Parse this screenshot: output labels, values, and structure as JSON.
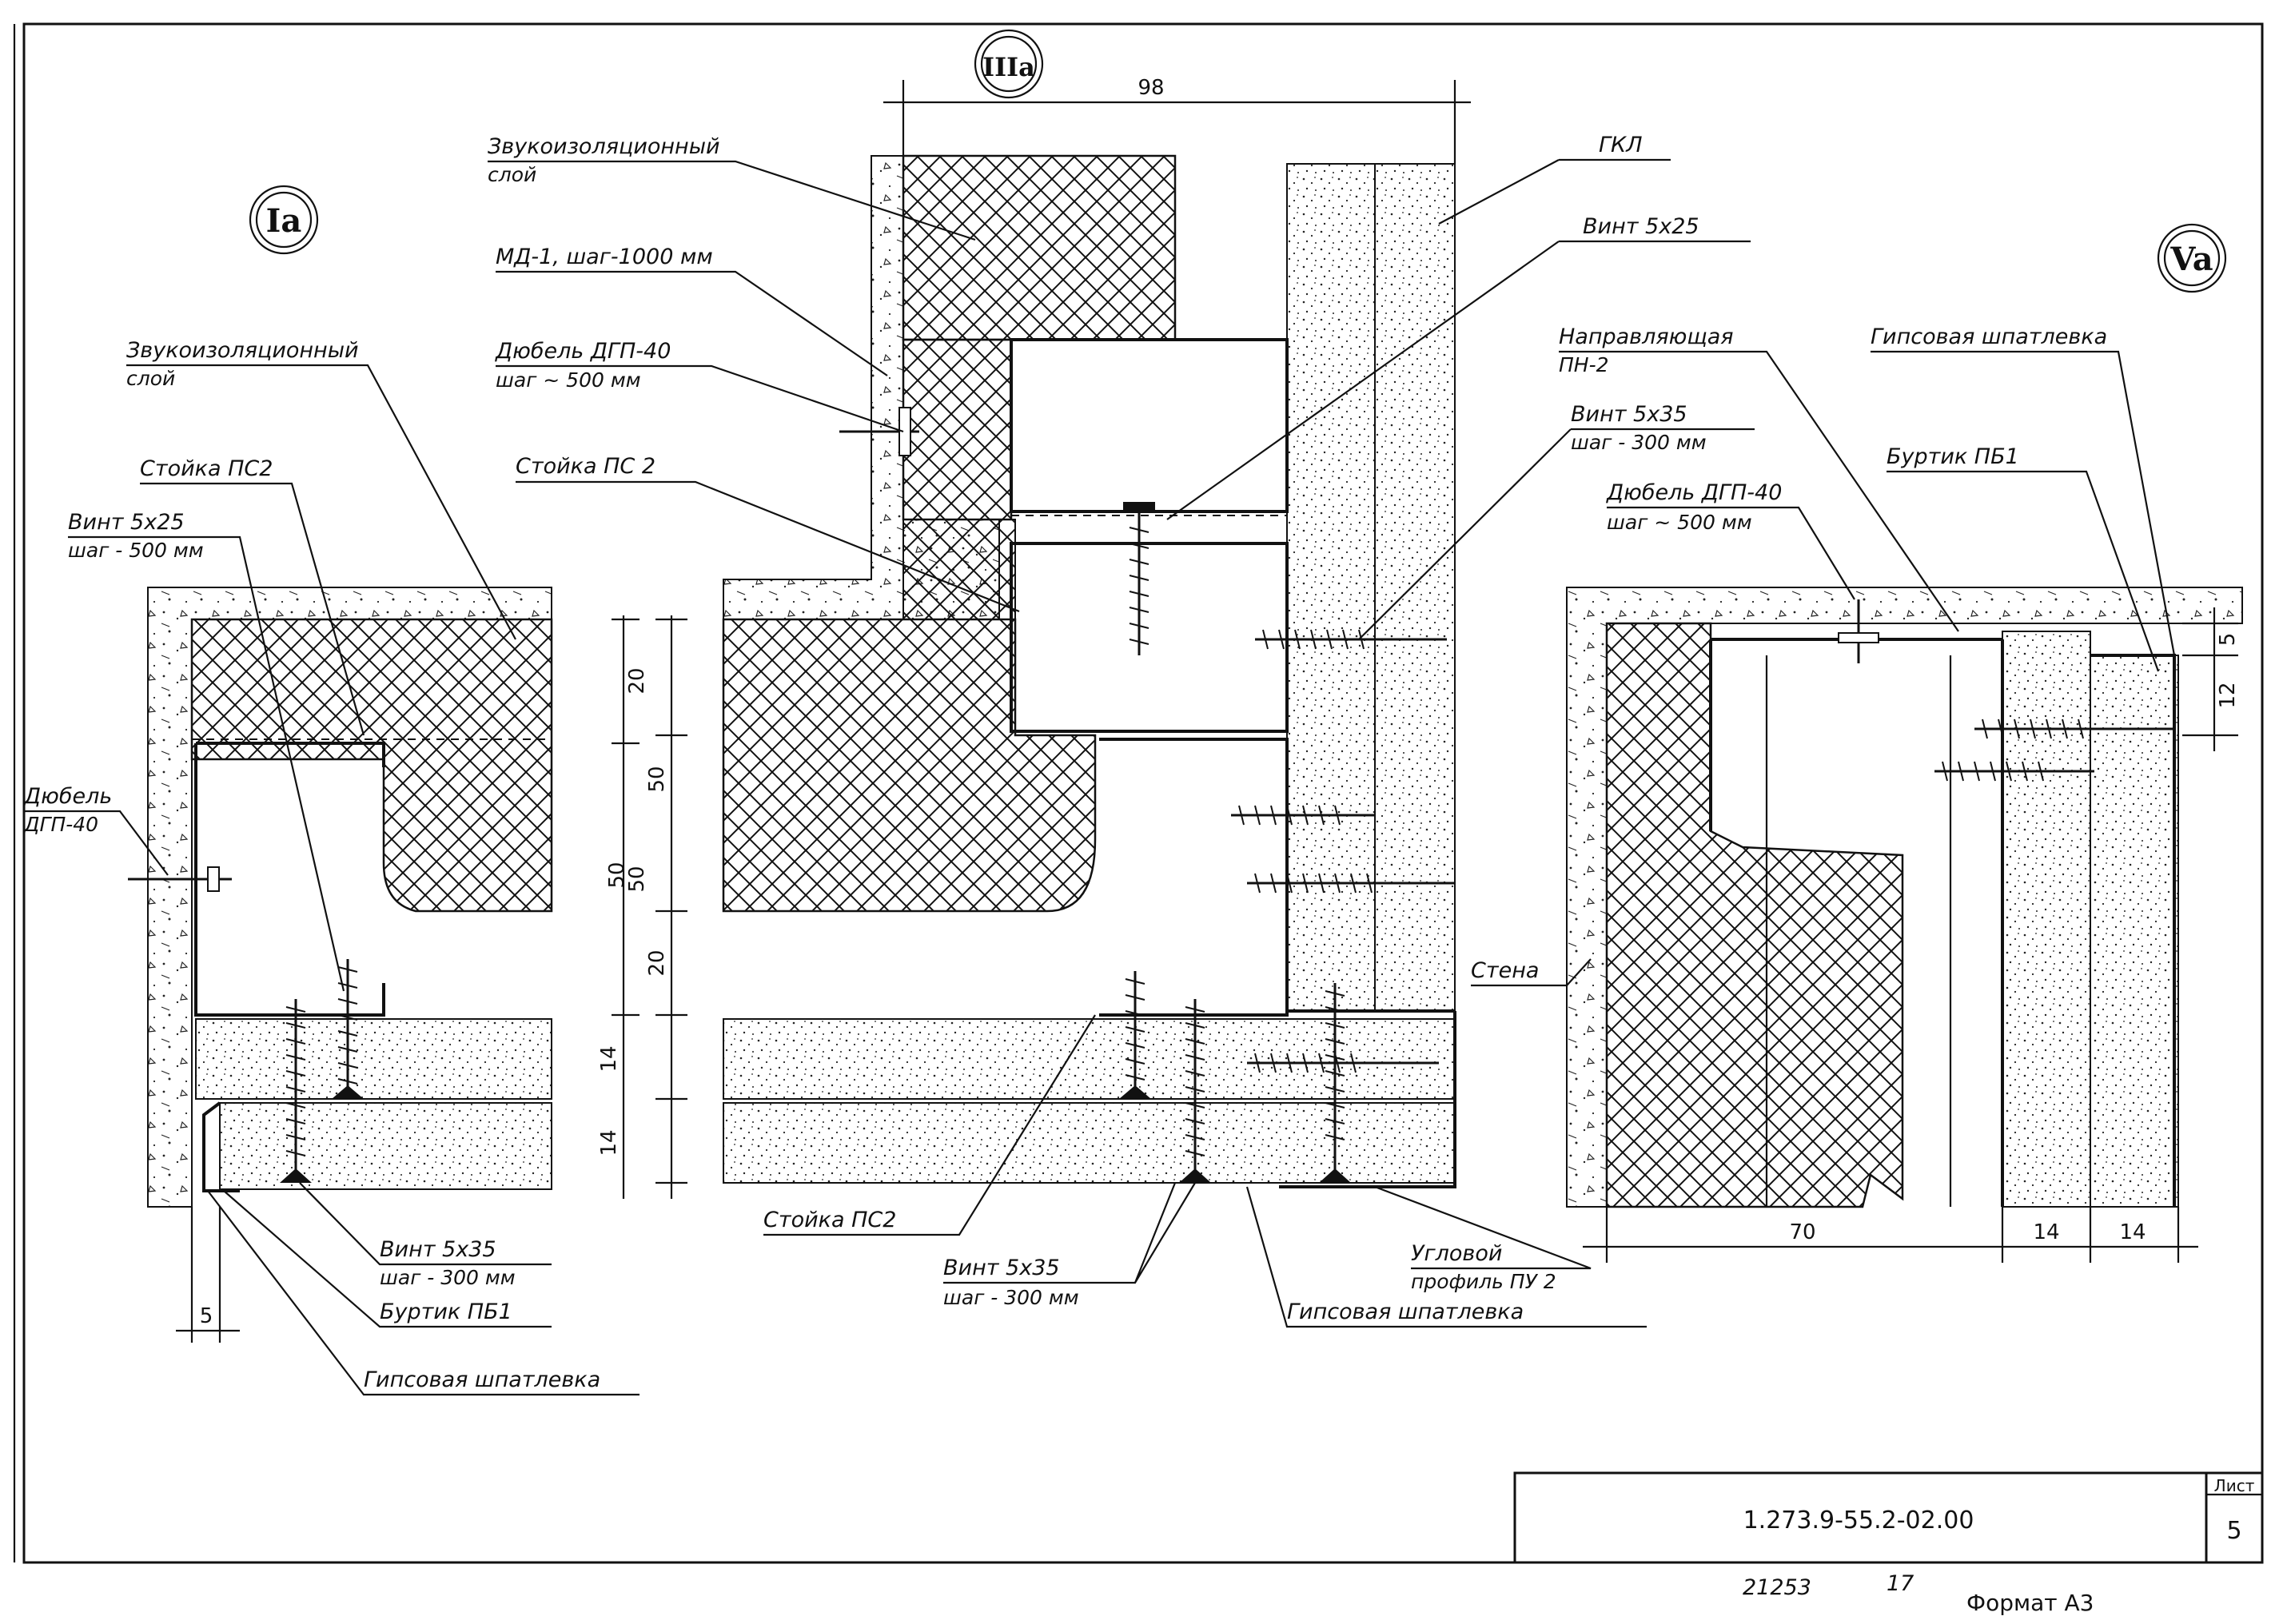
{
  "bubbles": {
    "left": "Ia",
    "center": "IIIa",
    "right": "Va"
  },
  "labels": {
    "zvuko_top": [
      "Звукоизоляционный",
      "слой"
    ],
    "md1": "МД-1, шаг-1000 мм",
    "dubel_center": [
      "Дюбель ДГП-40",
      "шаг ~ 500 мм"
    ],
    "stoyka_center": "Стойка ПС 2",
    "zvuko_left": [
      "Звукоизоляционный",
      "слой"
    ],
    "stoyka_left": "Стойка ПС2",
    "vint_left": [
      "Винт 5х25",
      "шаг - 500 мм"
    ],
    "dubel_left": [
      "Дюбель",
      "ДГП-40"
    ],
    "gkl": "ГКЛ",
    "vint_center": "Винт 5х25",
    "napr": [
      "Направляющая",
      "ПН-2"
    ],
    "vint_right": [
      "Винт 5х35",
      "шаг - 300 мм"
    ],
    "dubel_right": [
      "Дюбель ДГП-40",
      "шаг ~ 500 мм"
    ],
    "gips_right": "Гипсовая шпатлевка",
    "burtik_right": "Буртик ПБ1",
    "stena": "Стена",
    "vint_left_bottom": [
      "Винт 5х35",
      "шаг - 300 мм"
    ],
    "burtik_left": "Буртик ПБ1",
    "gips_left": "Гипсовая шпатлевка",
    "stoyka_bottom": "Стойка ПС2",
    "vint_bottom": [
      "Винт 5х35",
      "шаг - 300 мм"
    ],
    "ugol": [
      "Угловой",
      "профиль ПУ 2"
    ],
    "gips_center": "Гипсовая шпатлевка"
  },
  "dimensions": {
    "center_top": "98",
    "left_20": "20",
    "left_50": "50",
    "center_50a": "50",
    "center_50b": "50",
    "center_20": "20",
    "center_14a": "14",
    "center_14b": "14",
    "right_5": "5",
    "right_12": "12",
    "right_70": "70",
    "right_14a": "14",
    "right_14b": "14",
    "left_5": "5"
  },
  "title_block": {
    "code": "1.273.9-55.2-02.00",
    "sheet_label": "Лист",
    "sheet_number": "5",
    "inv_number": "21253",
    "inv_suffix": "17",
    "format": "Формат А3"
  },
  "colors": {
    "ink": "#111111",
    "paper": "#ffffff"
  }
}
